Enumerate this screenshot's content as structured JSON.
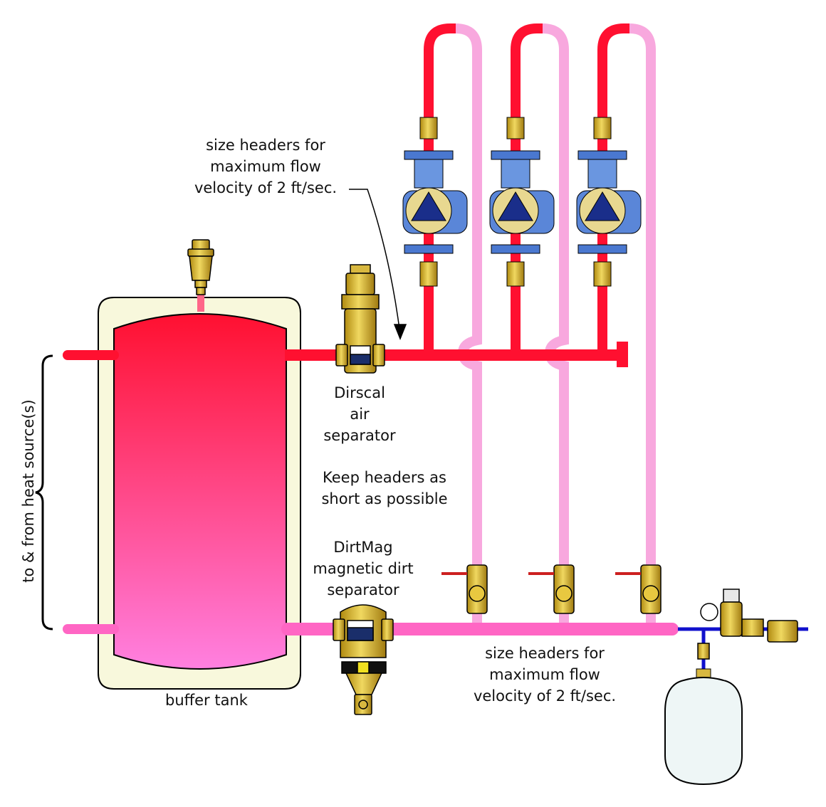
{
  "labels": {
    "top_header_note": [
      "size headers for",
      "maximum flow",
      "velocity of 2 ft/sec."
    ],
    "dirscal": [
      "Dirscal",
      "air",
      "separator"
    ],
    "keep_short": [
      "Keep headers as",
      "short as possible"
    ],
    "dirtmag": [
      "DirtMag",
      "magnetic dirt",
      "separator"
    ],
    "bottom_header_note": [
      "size headers for",
      "maximum flow",
      "velocity of 2 ft/sec."
    ],
    "buffer_tank": "buffer tank",
    "heat_source": "to & from heat source(s)"
  },
  "colors": {
    "supply": "#ff1030",
    "return": "#ff66c4",
    "return_light": "#f8a8de",
    "brass": "#e0c040",
    "pump_blue": "#5a86d8",
    "tank_shell": "#f8f8dc",
    "cold_water": "#1010cc"
  }
}
